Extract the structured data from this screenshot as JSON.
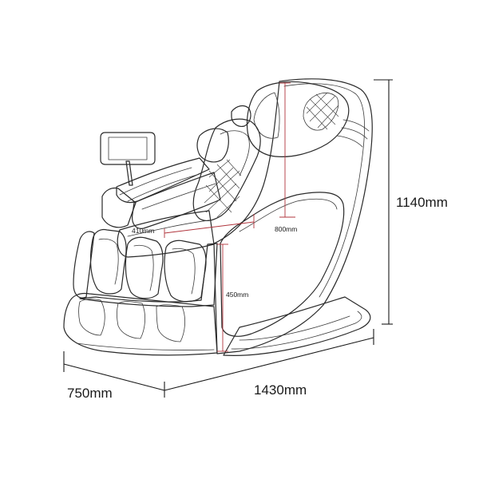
{
  "dimensions": {
    "height_overall": "1140mm",
    "width_overall": "750mm",
    "length_overall": "1430mm",
    "backrest_height": "800mm",
    "seat_width": "410mm",
    "seat_height": "450mm"
  },
  "colors": {
    "outline": "#2a2a2a",
    "dimension_black": "#1a1a1a",
    "dimension_red": "#b0343c",
    "background": "#ffffff"
  }
}
